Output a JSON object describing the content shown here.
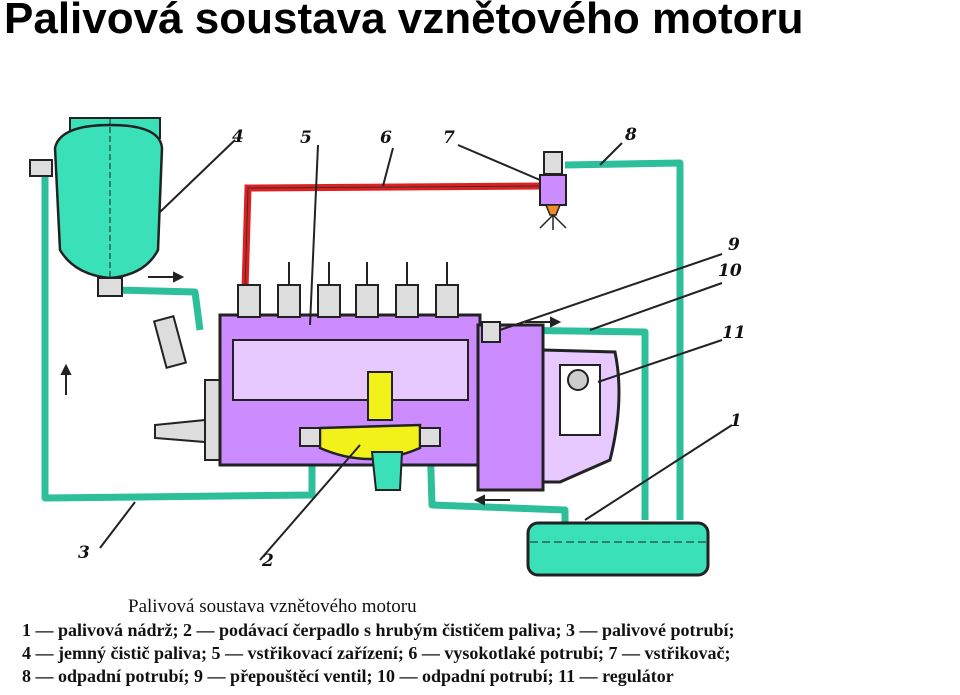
{
  "title": "Palivová soustava vznětového motoru",
  "colors": {
    "fuel_pipe": "#2dbf9a",
    "tank": "#39e0b8",
    "pump_body": "#cc8cff",
    "pump_panel": "#e7c9ff",
    "high_pressure": "#e02020",
    "feed_pump": "#f2f21a",
    "outline": "#222222"
  },
  "callouts": {
    "c1": "1",
    "c2": "2",
    "c3": "3",
    "c4": "4",
    "c5": "5",
    "c6": "6",
    "c7": "7",
    "c8": "8",
    "c9": "9",
    "c10": "10",
    "c11": "11"
  },
  "caption": {
    "title": "Palivová soustava vznětového motoru",
    "line1": "1 — palivová nádrž; 2 — podávací čerpadlo s hrubým čističem paliva; 3 — palivové potrubí;",
    "line2": "4 — jemný čistič paliva; 5 — vstřikovací zařízení; 6 — vysokotlaké potrubí; 7 — vstřikovač;",
    "line3": "8 — odpadní potrubí; 9 — přepouštěcí ventil; 10 — odpadní potrubí; 11 — regulátor"
  }
}
